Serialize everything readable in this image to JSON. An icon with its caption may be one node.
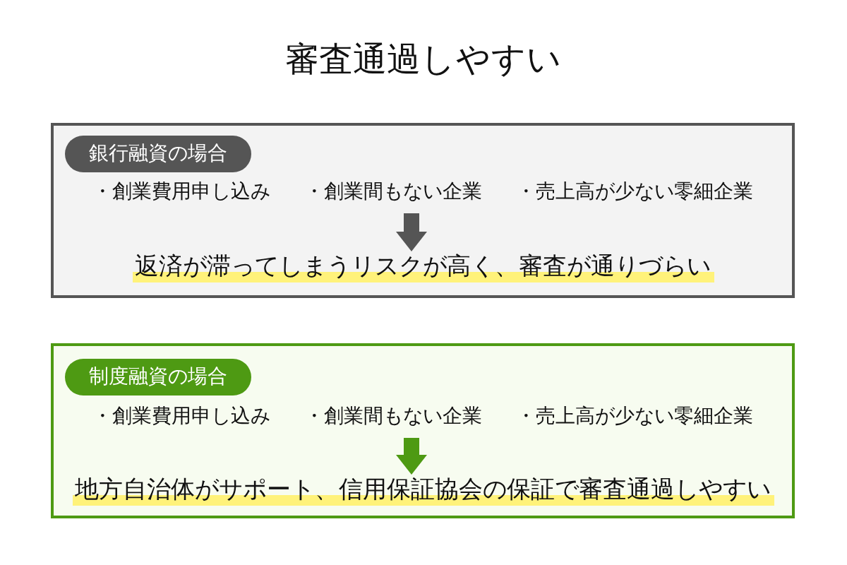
{
  "diagram": {
    "title": "審査通過しやすい",
    "nodes": [
      {
        "text": [],
        "shape": "box"
      },
      {
        "text": [
          "銀行融資の場合"
        ],
        "in": 0
      },
      {
        "text": [
          "・創業費用申し込み",
          "・創業間もない企業",
          "・売上高が少ない零細企業"
        ],
        "in": 0
      },
      {
        "text": [
          "返済が滞ってしまうリスクが高く、審査が通りづらい"
        ],
        "in": 0
      },
      {
        "text": [],
        "shape": "box"
      },
      {
        "text": [
          "制度融資の場合"
        ],
        "in": 4
      },
      {
        "text": [
          "・創業費用申し込み",
          "・創業間もない企業",
          "・売上高が少ない零細企業"
        ],
        "in": 4
      },
      {
        "text": [
          "地方自治体がサポート、信用保証協会の保証で審査通過しやすい"
        ],
        "in": 4
      }
    ],
    "edges": [
      {
        "from": 2,
        "to": 3,
        "arrow": "to",
        "color": "#555555"
      },
      {
        "from": 6,
        "to": 7,
        "arrow": "to",
        "color": "#4e9a13"
      }
    ]
  }
}
